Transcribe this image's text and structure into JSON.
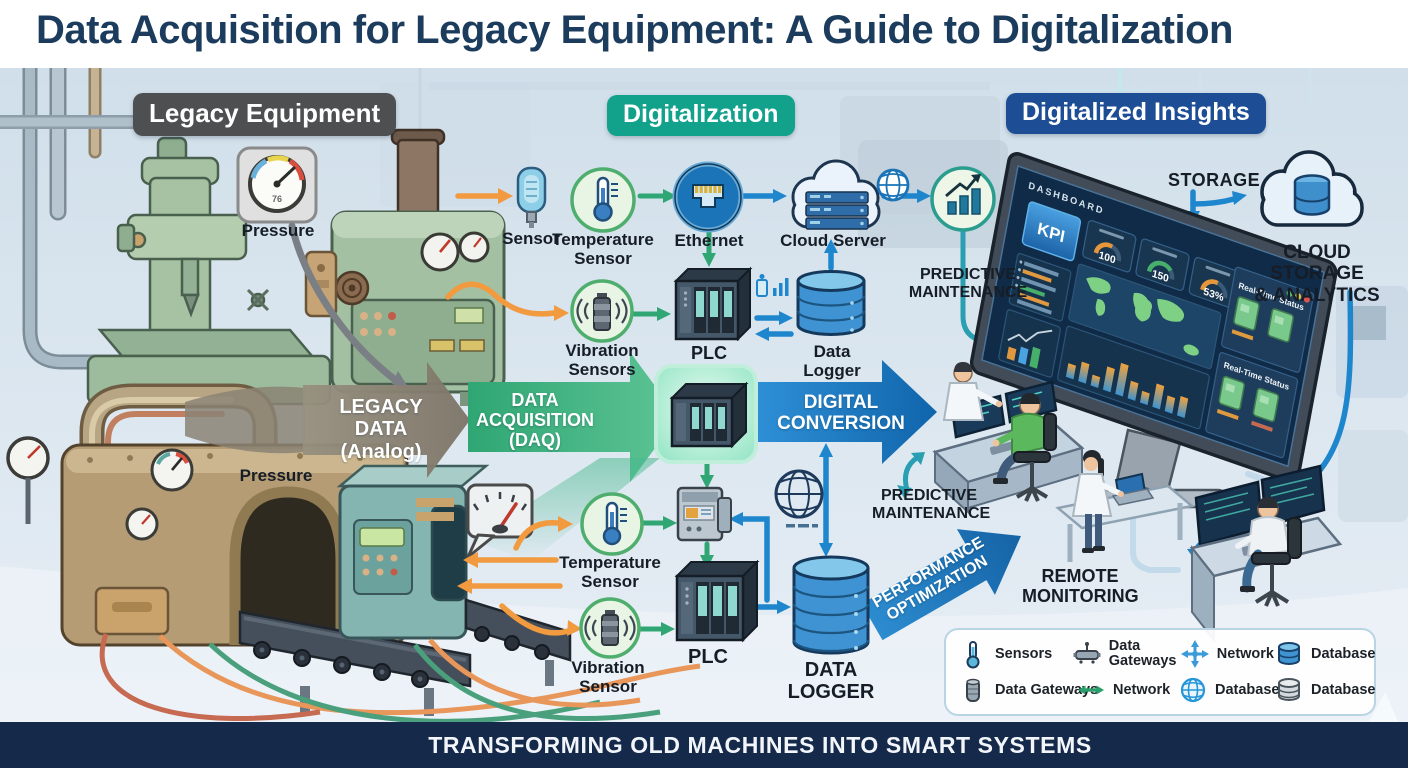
{
  "title": "Data Acquisition for Legacy Equipment: A Guide to Digitalization",
  "footer_banner": "TRANSFORMING OLD MACHINES INTO SMART SYSTEMS",
  "sections": {
    "legacy": "Legacy Equipment",
    "digitalization": "Digitalization",
    "insights": "Digitalized Insights"
  },
  "legacy_side": {
    "pressure_top": "Pressure",
    "pressure_bottom": "Pressure",
    "gauge_value": "76"
  },
  "pipeline_top": {
    "sensor": "Sensor",
    "temperature_sensor": "Temperature\nSensor",
    "ethernet": "Ethernet",
    "cloud_server": "Cloud Server",
    "vibration_sensors": "Vibration\nSensors",
    "plc": "PLC",
    "data_logger": "Data Logger",
    "predictive_maintenance": "PREDICTIVE\nMAINTENANCE"
  },
  "flow_band": {
    "legacy_data": "LEGACY DATA\n(Analog)",
    "daq": "DATA\nACQUISITION\n(DAQ)",
    "digital_conversion": "DIGITAL\nCONVERSION",
    "performance_optimization": "PERFORMANCE\nOPTIMIZATION"
  },
  "pipeline_bottom": {
    "temperature_sensor": "Temperature\nSensor",
    "vibration_sensor": "Vibration\nSensor",
    "plc": "PLC",
    "data_logger": "DATA\nLOGGER",
    "predictive_maintenance": "PREDICTIVE\nMAINTENANCE",
    "remote_monitoring": "REMOTE\nMONITORING"
  },
  "insights": {
    "storage": "STORAGE",
    "cloud_storage": "CLOUD STORAGE\n& ANALYTICS",
    "dashboard": {
      "title": "DASHBOARD",
      "kpi": "KPI",
      "gauge1": "100",
      "gauge2": "150",
      "gauge3": "53%",
      "status": "Real-Time Status"
    }
  },
  "legend": {
    "row1": [
      {
        "icon": "thermometer-icon",
        "label": "Sensors"
      },
      {
        "icon": "data-gateway-icon",
        "label": "Data Gateways"
      },
      {
        "icon": "network-cross-icon",
        "label": "Network"
      },
      {
        "icon": "database-blue-icon",
        "label": "Database"
      }
    ],
    "row2": [
      {
        "icon": "gateway-cylinder-icon",
        "label": "Data Gateways"
      },
      {
        "icon": "network-arrow-icon",
        "label": "Network"
      },
      {
        "icon": "globe-icon",
        "label": "Database"
      },
      {
        "icon": "database-gray-icon",
        "label": "Database"
      }
    ]
  },
  "colors": {
    "title_navy": "#1c3c5e",
    "badge_legacy": "#4d4f50",
    "badge_digitalization": "#12a28b",
    "badge_insights": "#1d4d94",
    "arrow_gray": "#8b8374",
    "arrow_green": "#3cb184",
    "arrow_blue": "#1e86cc",
    "accent_orange": "#f29a3f",
    "footer_bg": "#15294a"
  }
}
